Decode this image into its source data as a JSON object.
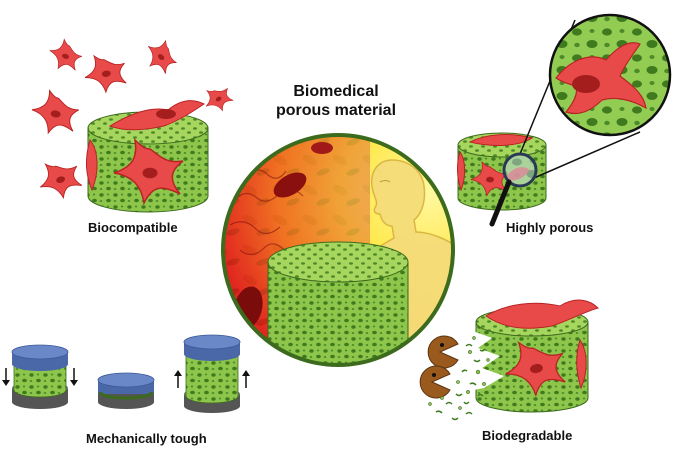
{
  "figure": {
    "title_line1": "Biomedical",
    "title_line2": "porous material",
    "properties": [
      {
        "label": "Biocompatible",
        "icon": "cells-on-scaffold"
      },
      {
        "label": "Highly porous",
        "icon": "magnifier-pores"
      },
      {
        "label": "Mechanically tough",
        "icon": "compression-cycle"
      },
      {
        "label": "Biodegradable",
        "icon": "pacman-degradation"
      }
    ]
  },
  "colors": {
    "scaffold_green": "#8dc64a",
    "scaffold_dark": "#3f7a1f",
    "cell_red": "#e84a4a",
    "nucleus_red": "#a51e1e",
    "plate_blue": "#5a78b8",
    "base_gray": "#666666",
    "circle_border": "#3d6b1e"
  }
}
